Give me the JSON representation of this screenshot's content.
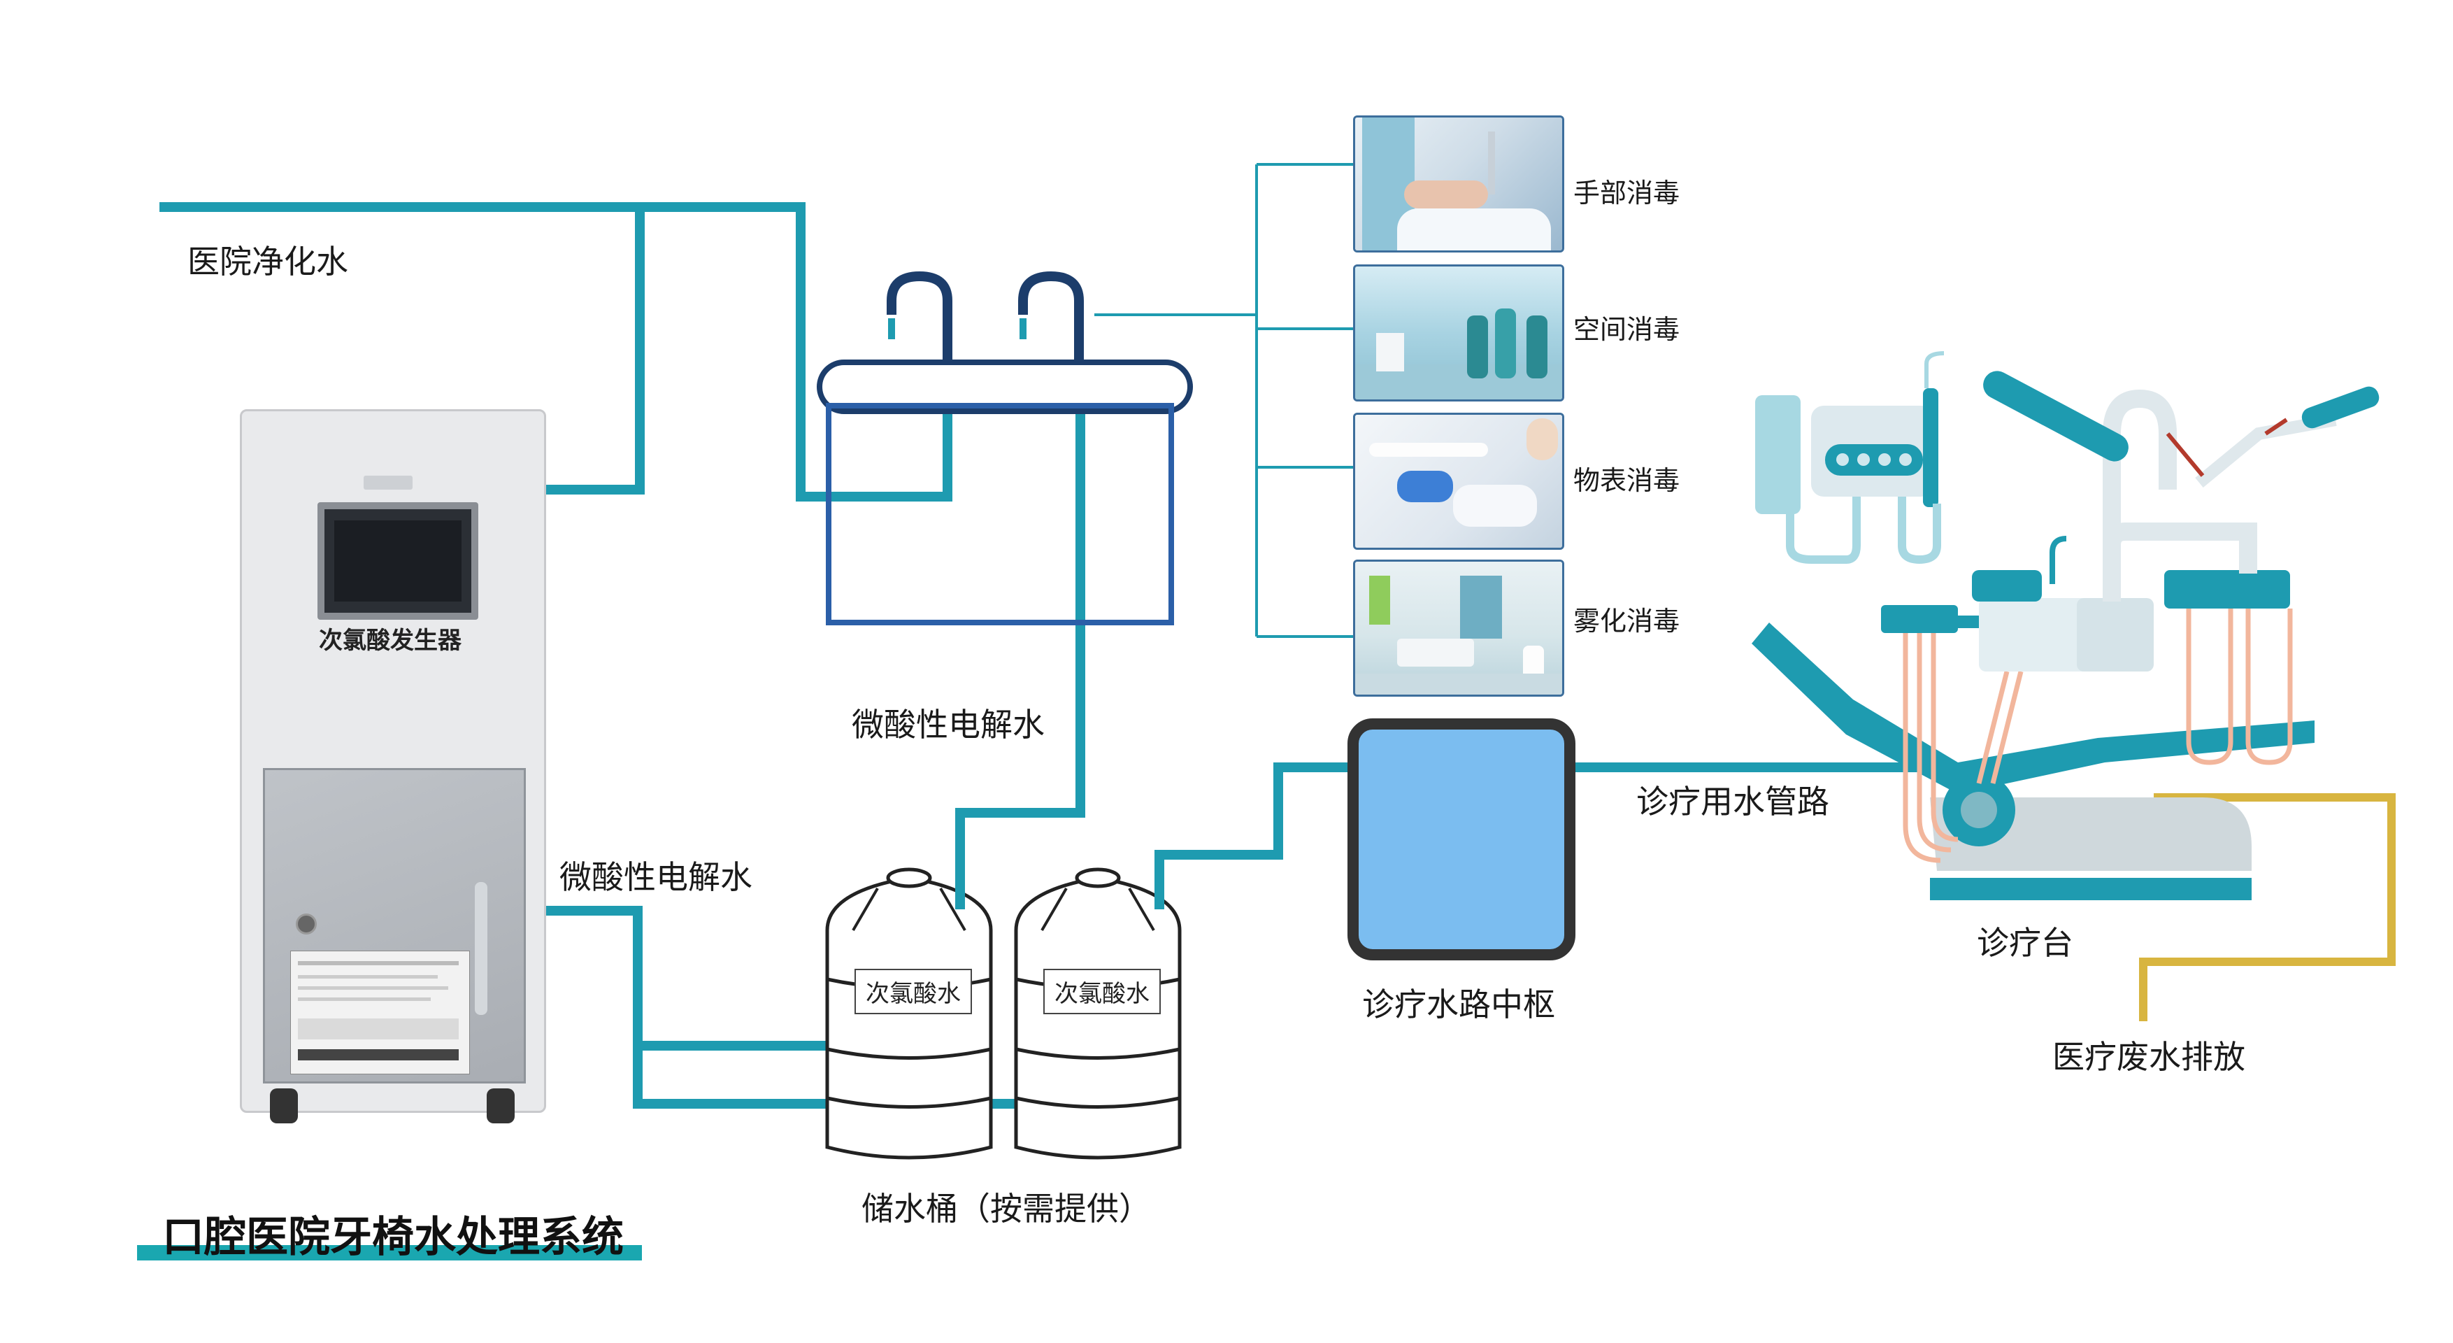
{
  "title": "口腔医院牙椅水处理系统",
  "labels": {
    "hospital_water": "医院净化水",
    "generator": "次氯酸发生器",
    "weak_acid_left": "微酸性电解水",
    "weak_acid_center": "微酸性电解水",
    "tank_label_1": "次氯酸水",
    "tank_label_2": "次氯酸水",
    "storage_tank": "储水桶（按需提供）",
    "hub": "诊疗水路中枢",
    "pipeline": "诊疗用水管路",
    "dental_unit": "诊疗台",
    "waste": "医疗废水排放"
  },
  "disinfection": [
    {
      "label": "手部消毒"
    },
    {
      "label": "空间消毒"
    },
    {
      "label": "物表消毒"
    },
    {
      "label": "雾化消毒"
    }
  ],
  "colors": {
    "pipe": "#1e9bb0",
    "basin_outline": "#2b5fa8",
    "hub_fill": "#7bbdf0",
    "waste_pipe": "#d8b540",
    "title_bar": "#1aa7b0"
  }
}
